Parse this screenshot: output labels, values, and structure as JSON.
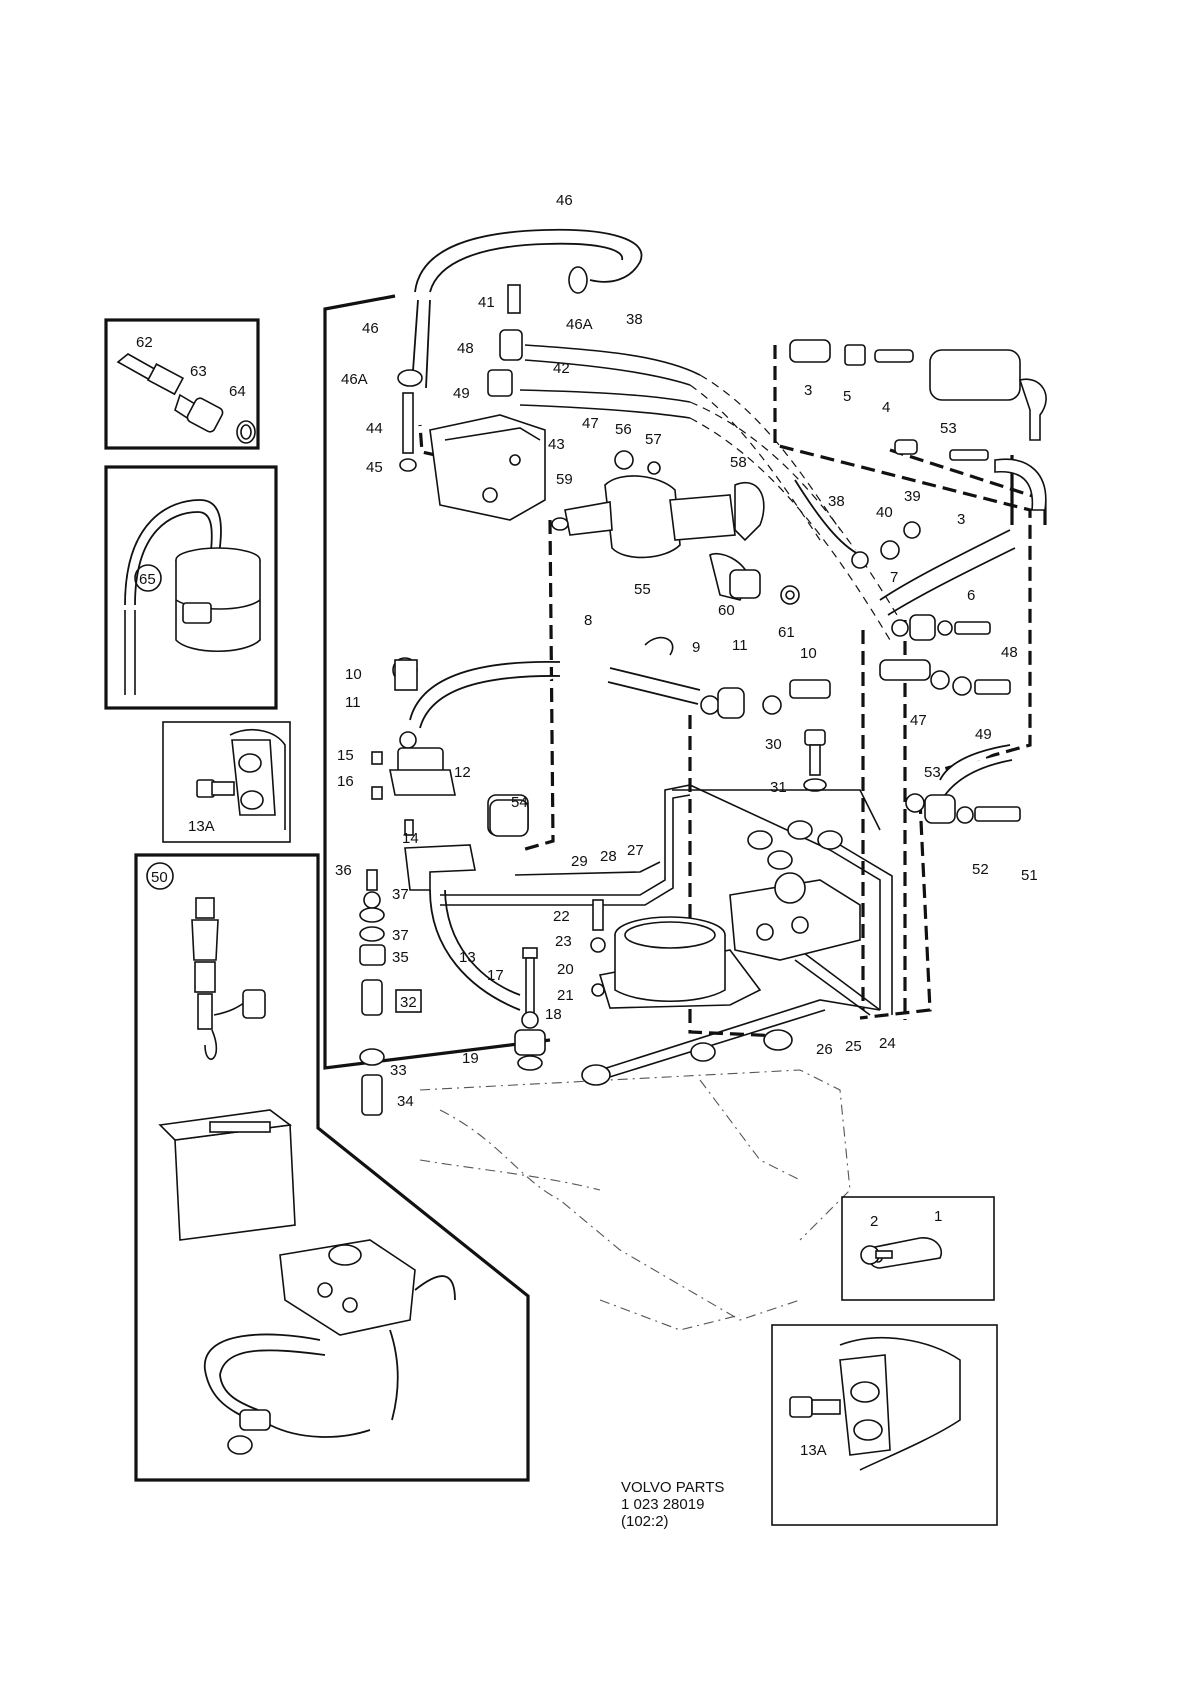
{
  "diagram": {
    "main_labels": {
      "46_top": "46",
      "46_left": "46",
      "46A_left": "46A",
      "46A_right": "46A",
      "41": "41",
      "48_a": "48",
      "42": "42",
      "38_top": "38",
      "49_a": "49",
      "47_a": "47",
      "44": "44",
      "43": "43",
      "45": "45",
      "56": "56",
      "57": "57",
      "58": "58",
      "59": "59",
      "55": "55",
      "60": "60",
      "61": "61",
      "8": "8",
      "9": "9",
      "3_top": "3",
      "5": "5",
      "4": "4",
      "53_top": "53",
      "38_right": "38",
      "40": "40",
      "39": "39",
      "3_right": "3",
      "7": "7",
      "6": "6",
      "11_right": "11",
      "10_right": "10",
      "48_right": "48",
      "47_right": "47",
      "49_right": "49",
      "10_left": "10",
      "11_left": "11",
      "15": "15",
      "16": "16",
      "12": "12",
      "30": "30",
      "31": "31",
      "53_right": "53",
      "54": "54",
      "14": "14",
      "29": "29",
      "28": "28",
      "27": "27",
      "36": "36",
      "37_a": "37",
      "37_b": "37",
      "35": "35",
      "22": "22",
      "23": "23",
      "20": "20",
      "21": "21",
      "13": "13",
      "17": "17",
      "18": "18",
      "19": "19",
      "33": "33",
      "34": "34",
      "52": "52",
      "51": "51",
      "26": "26",
      "25": "25",
      "24": "24"
    },
    "boxed_label": "32",
    "inset_top_labels": {
      "62": "62",
      "63": "63",
      "64": "64"
    },
    "inset_coil_label": "65",
    "inset_plug_label": "13A",
    "inset_sensor_label": "50",
    "inset_tag_labels": {
      "2": "2",
      "1": "1"
    },
    "inset_plug2_label": "13A",
    "footer": {
      "line1": "VOLVO  PARTS",
      "line2": "1  023  28019",
      "line3": "(102:2)"
    }
  }
}
